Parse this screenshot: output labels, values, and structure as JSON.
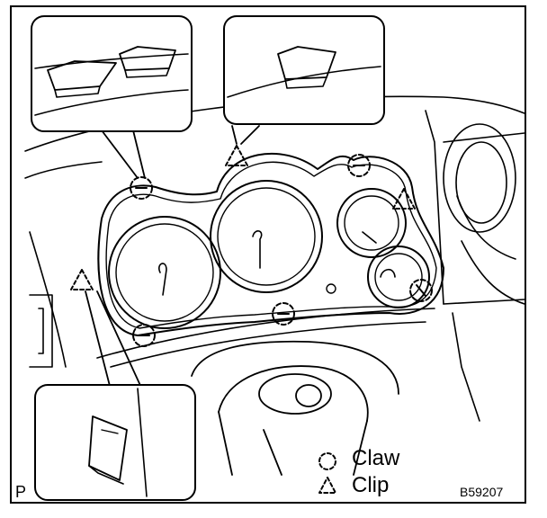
{
  "legend": [
    {
      "icon": "circle-dashed-icon",
      "label": "Claw"
    },
    {
      "icon": "triangle-dashed-icon",
      "label": "Clip"
    }
  ],
  "figure": {
    "corner_label": "P",
    "code": "B59207"
  },
  "colors": {
    "line": "#000000",
    "background": "#ffffff"
  }
}
